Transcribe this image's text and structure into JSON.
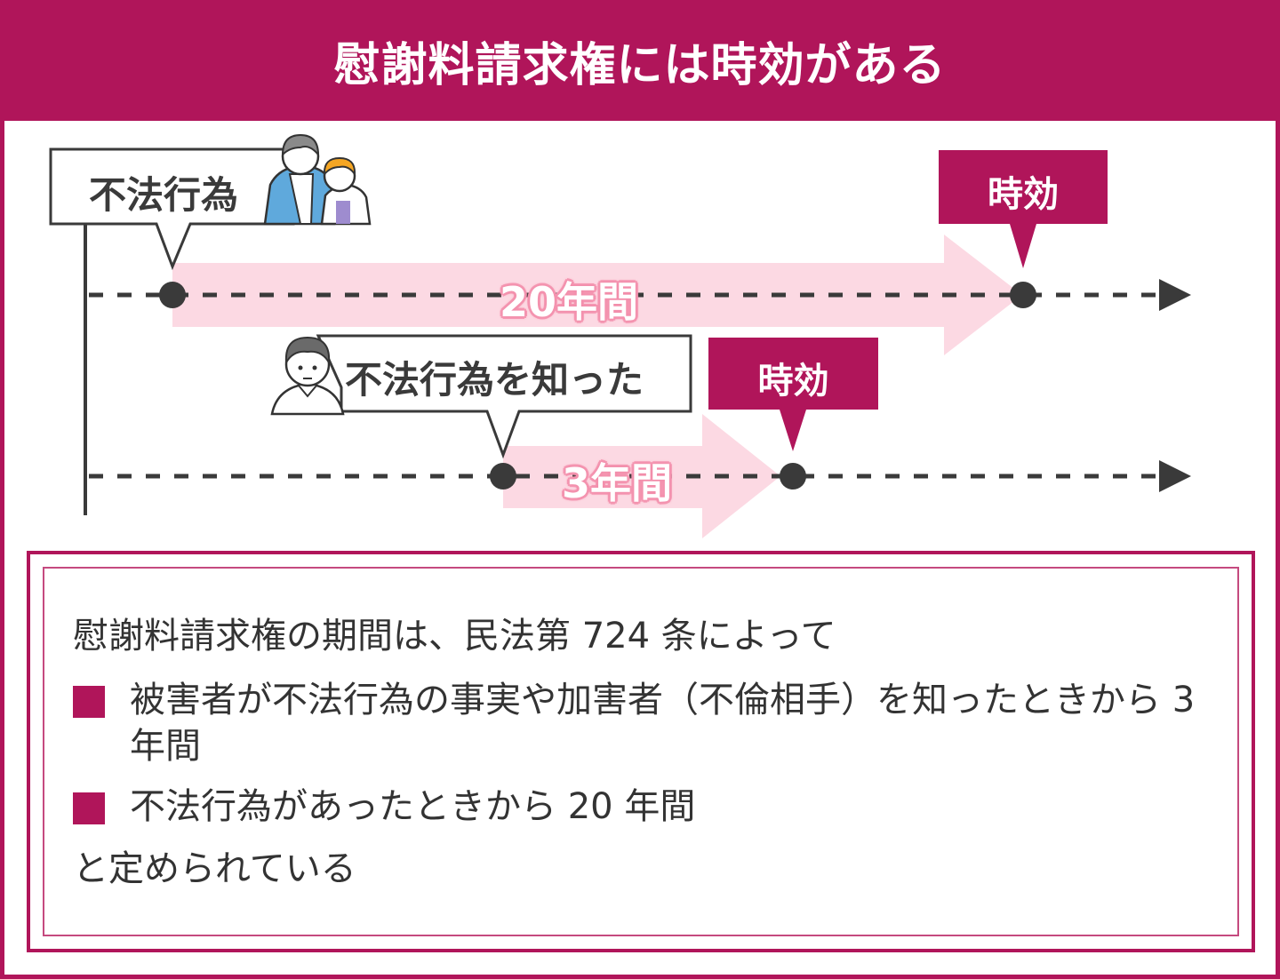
{
  "header": {
    "title": "慰謝料請求権には時効がある"
  },
  "colors": {
    "brand": "#b0155a",
    "period_arrow": "#fcd9e3",
    "period_label_outline": "#f59bb5",
    "timeline": "#3a3a3a"
  },
  "diagram": {
    "timeline_1": {
      "start_callout": "不法行為",
      "end_tag": "時効",
      "period_label": "20年間",
      "start_icon": "couple-illustration-icon"
    },
    "timeline_2": {
      "start_callout": "不法行為を知った",
      "end_tag": "時効",
      "period_label": "3年間",
      "start_icon": "person-illustration-icon"
    }
  },
  "notes": {
    "intro": "慰謝料請求権の期間は、民法第 724 条によって",
    "bullets": [
      {
        "text": "被害者が不法行為の事実や加害者（不倫相手）を知ったときから 3 年間"
      },
      {
        "text": "不法行為があったときから 20 年間"
      }
    ],
    "outro": "と定められている"
  }
}
